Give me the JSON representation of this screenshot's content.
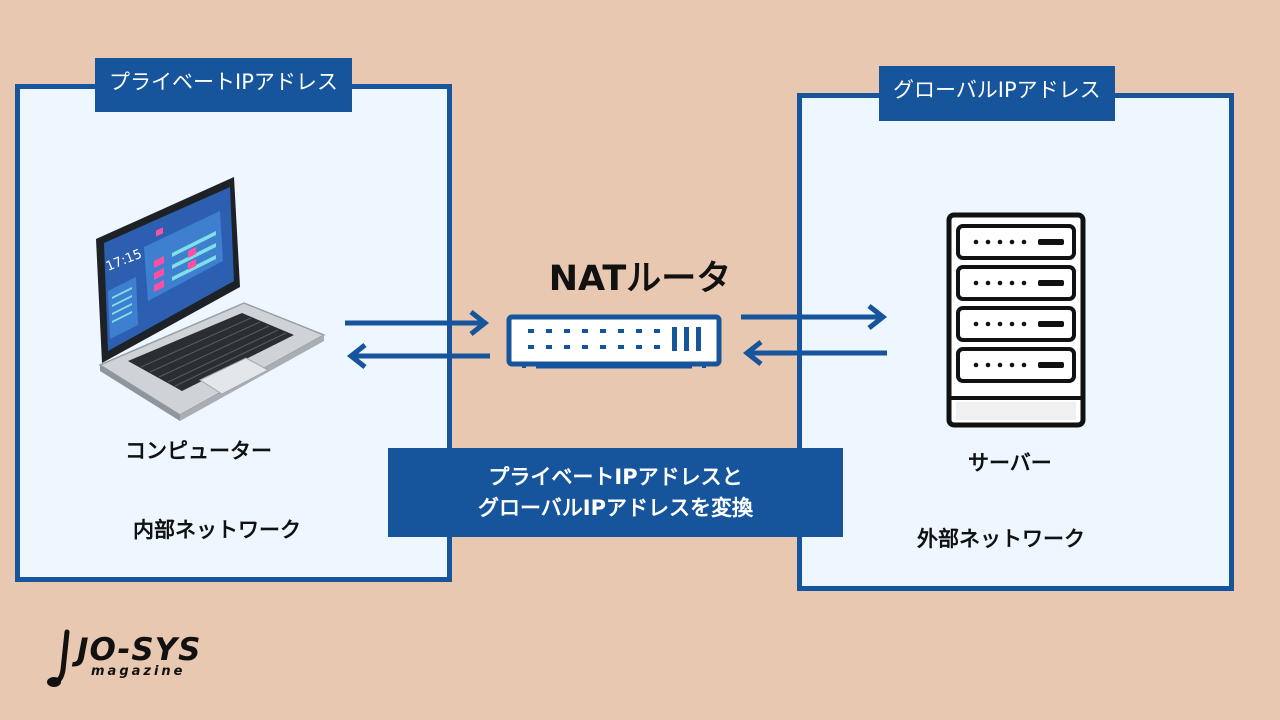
{
  "left": {
    "tag": "プライベートIPアドレス",
    "device_label": "コンピューター",
    "network_label": "内部ネットワーク"
  },
  "right": {
    "tag": "グローバルIPアドレス",
    "device_label": "サーバー",
    "network_label": "外部ネットワーク"
  },
  "router": {
    "title": "NATルータ"
  },
  "conversion": {
    "line1": "プライベートIPアドレスと",
    "line2": "グローバルIPアドレスを変換"
  },
  "laptop_screen": {
    "clock": "17:15"
  },
  "logo": {
    "main": "JO-SYS",
    "sub": "magazine"
  },
  "colors": {
    "background": "#e8c8b0",
    "accent_blue": "#16549c",
    "panel": "#eef6ff"
  }
}
